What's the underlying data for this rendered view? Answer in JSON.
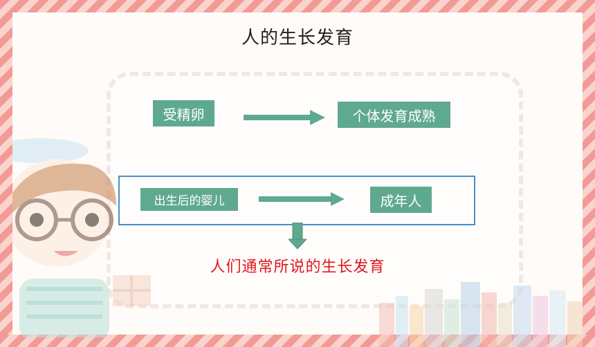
{
  "slide": {
    "title": "人的生长发育",
    "row1": {
      "from": "受精卵",
      "to": "个体发育成熟"
    },
    "row2": {
      "from": "出生后的婴儿",
      "to": "成年人"
    },
    "note": "人们通常所说的生长发育"
  },
  "colors": {
    "box_fill": "#5fa98f",
    "note_text": "#e0161c",
    "outline": "#4a8fc6",
    "border_stripe": "#f29a95"
  }
}
